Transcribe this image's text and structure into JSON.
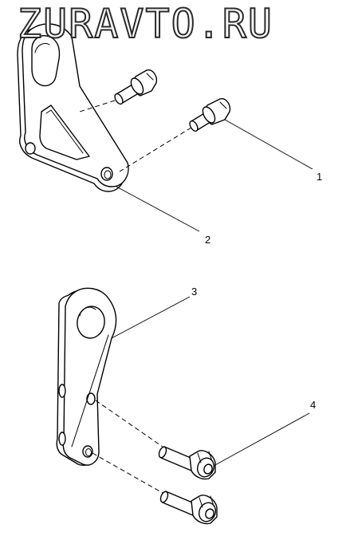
{
  "watermark": "ZURAVTO.RU",
  "callouts": [
    {
      "id": "callout-1",
      "label": "1"
    },
    {
      "id": "callout-2",
      "label": "2"
    },
    {
      "id": "callout-3",
      "label": "3"
    },
    {
      "id": "callout-4",
      "label": "4"
    }
  ]
}
